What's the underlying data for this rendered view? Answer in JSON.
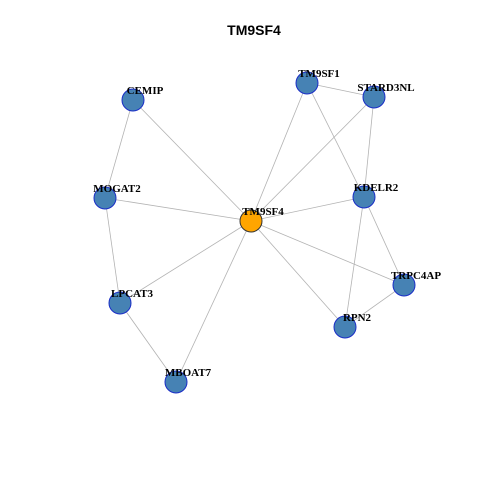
{
  "title": "TM9SF4",
  "colors": {
    "hub": "#ffa500",
    "node": "#4682b4",
    "node_stroke": "#1a2dc7",
    "edge": "#b3b3b3"
  },
  "nodes": [
    {
      "id": "TM9SF4",
      "label": "TM9SF4",
      "hub": true
    },
    {
      "id": "CEMIP",
      "label": "CEMIP"
    },
    {
      "id": "MOGAT2",
      "label": "MOGAT2"
    },
    {
      "id": "LPCAT3",
      "label": "LPCAT3"
    },
    {
      "id": "MBOAT7",
      "label": "MBOAT7"
    },
    {
      "id": "TM9SF1",
      "label": "TM9SF1"
    },
    {
      "id": "STARD3NL",
      "label": "STARD3NL"
    },
    {
      "id": "KDELR2",
      "label": "KDELR2"
    },
    {
      "id": "TRPC4AP",
      "label": "TRPC4AP"
    },
    {
      "id": "RPN2",
      "label": "RPN2"
    }
  ],
  "edges": [
    [
      "TM9SF4",
      "CEMIP"
    ],
    [
      "TM9SF4",
      "MOGAT2"
    ],
    [
      "TM9SF4",
      "LPCAT3"
    ],
    [
      "TM9SF4",
      "MBOAT7"
    ],
    [
      "TM9SF4",
      "TM9SF1"
    ],
    [
      "TM9SF4",
      "STARD3NL"
    ],
    [
      "TM9SF4",
      "KDELR2"
    ],
    [
      "TM9SF4",
      "TRPC4AP"
    ],
    [
      "TM9SF4",
      "RPN2"
    ],
    [
      "CEMIP",
      "MOGAT2"
    ],
    [
      "MOGAT2",
      "LPCAT3"
    ],
    [
      "LPCAT3",
      "MBOAT7"
    ],
    [
      "TM9SF1",
      "STARD3NL"
    ],
    [
      "TM9SF1",
      "KDELR2"
    ],
    [
      "STARD3NL",
      "KDELR2"
    ],
    [
      "KDELR2",
      "TRPC4AP"
    ],
    [
      "KDELR2",
      "RPN2"
    ],
    [
      "TRPC4AP",
      "RPN2"
    ]
  ]
}
